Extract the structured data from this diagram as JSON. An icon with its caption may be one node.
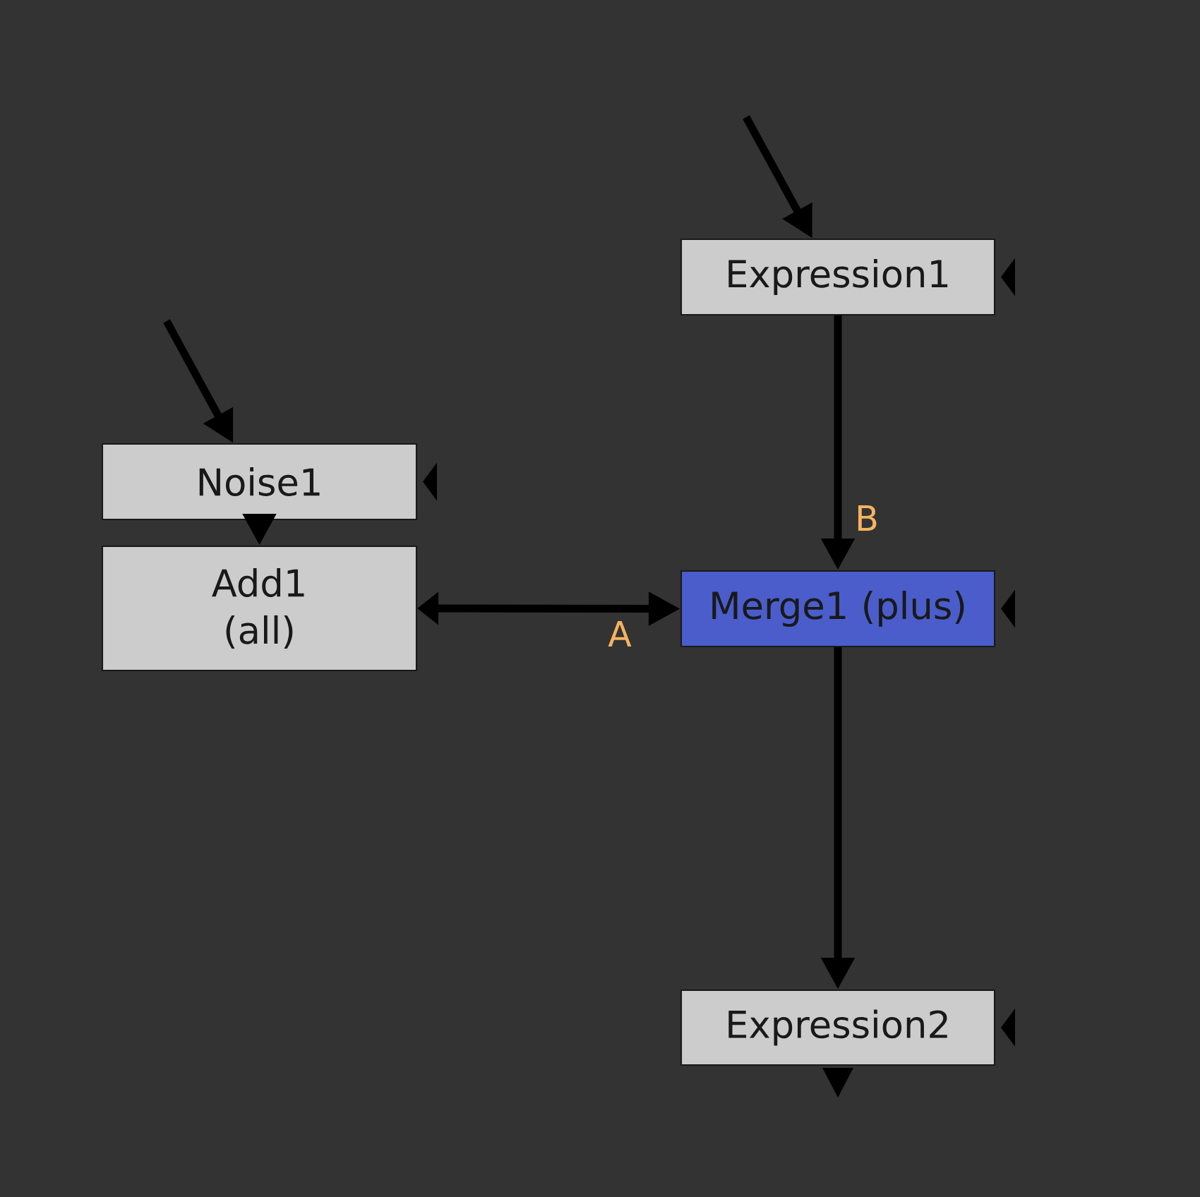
{
  "diagram": {
    "nodes": [
      {
        "text": [
          "Expression1"
        ]
      },
      {
        "text": [
          "Noise1"
        ]
      },
      {
        "text": [
          "Add1 (all)"
        ]
      },
      {
        "text": [
          "Merge1 (plus)"
        ]
      },
      {
        "text": [
          "Expression2"
        ]
      }
    ],
    "edges": [
      {
        "from": null,
        "to": 0,
        "arrow": "to"
      },
      {
        "from": null,
        "to": 1,
        "arrow": "to"
      },
      {
        "from": 1,
        "to": 2,
        "arrow": "to"
      },
      {
        "from": 0,
        "to": 3,
        "arrow": "to",
        "label": "B"
      },
      {
        "from": 2,
        "to": 3,
        "arrow": "both",
        "label": "A"
      },
      {
        "from": 3,
        "to": 4,
        "arrow": "to"
      }
    ]
  }
}
